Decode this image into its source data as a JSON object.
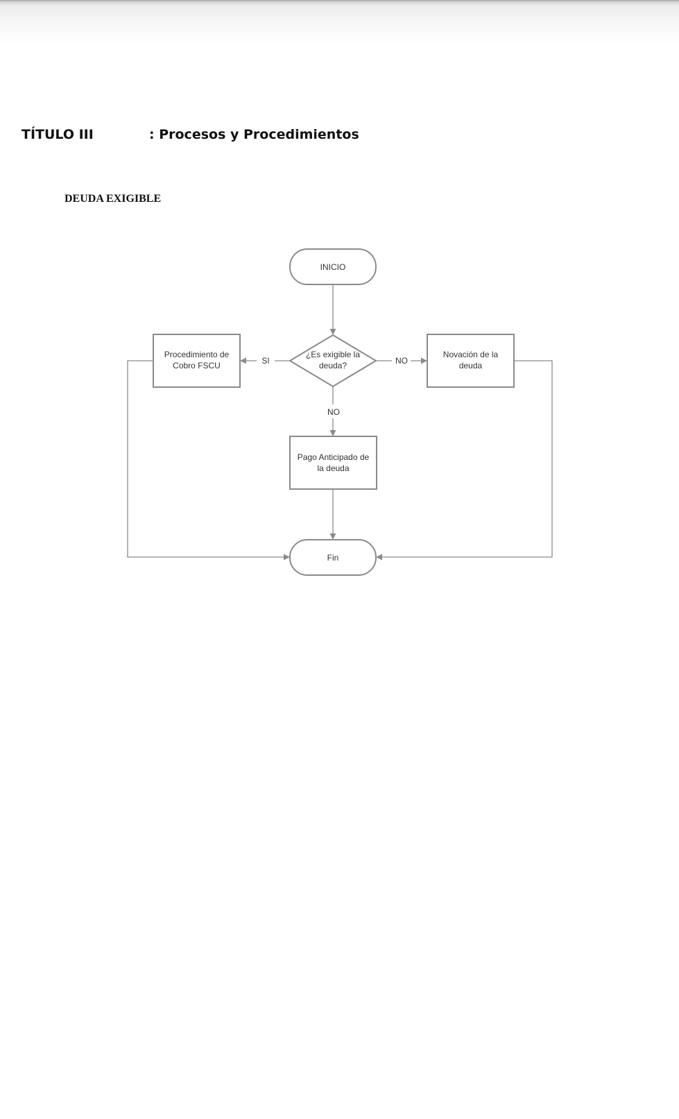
{
  "header": {
    "title_left": "TÍTULO III",
    "title_right": ": Procesos y Procedimientos"
  },
  "section": {
    "title": "DEUDA EXIGIBLE"
  },
  "diagram": {
    "nodes": {
      "inicio": "INICIO",
      "decision_line1": "¿Es exigible la",
      "decision_line2": "deuda?",
      "cobro_line1": "Procedimiento de",
      "cobro_line2": "Cobro FSCU",
      "novacion_line1": "Novación de la",
      "novacion_line2": "deuda",
      "pago_line1": "Pago Anticipado de",
      "pago_line2": "la deuda",
      "fin": "Fin"
    },
    "edges": {
      "si_label": "SI",
      "no_right_label": "NO",
      "no_down_label": "NO"
    },
    "colors": {
      "stroke": "#8a8a8a",
      "text": "#333333"
    }
  }
}
